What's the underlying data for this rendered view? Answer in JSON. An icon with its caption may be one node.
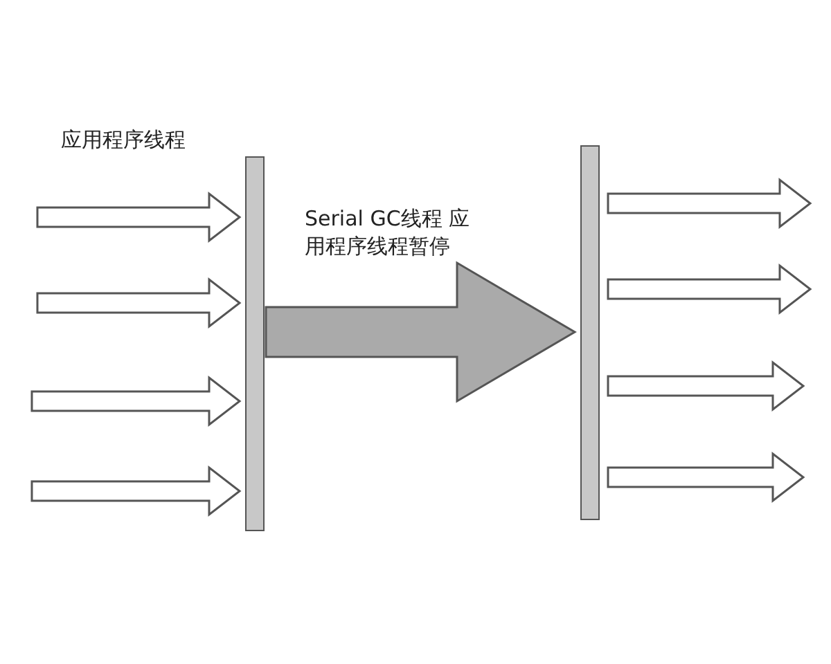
{
  "diagram": {
    "nodes": [
      {
        "text": [],
        "shape": "bar"
      },
      {
        "text": [],
        "shape": "bar"
      }
    ],
    "edges": [
      {
        "from": null,
        "to": 0,
        "arrow": "to"
      },
      {
        "from": null,
        "to": 0,
        "arrow": "to"
      },
      {
        "from": null,
        "to": 0,
        "arrow": "to"
      },
      {
        "from": null,
        "to": 0,
        "arrow": "to"
      },
      {
        "from": 0,
        "to": 1,
        "arrow": "to",
        "label": "Serial GC线程 应用程序线程暂停",
        "style": "thick"
      },
      {
        "from": 1,
        "to": null,
        "arrow": "to"
      },
      {
        "from": 1,
        "to": null,
        "arrow": "to"
      },
      {
        "from": 1,
        "to": null,
        "arrow": "to"
      },
      {
        "from": 1,
        "to": null,
        "arrow": "to"
      }
    ],
    "labels": [
      "应用程序线程"
    ]
  }
}
